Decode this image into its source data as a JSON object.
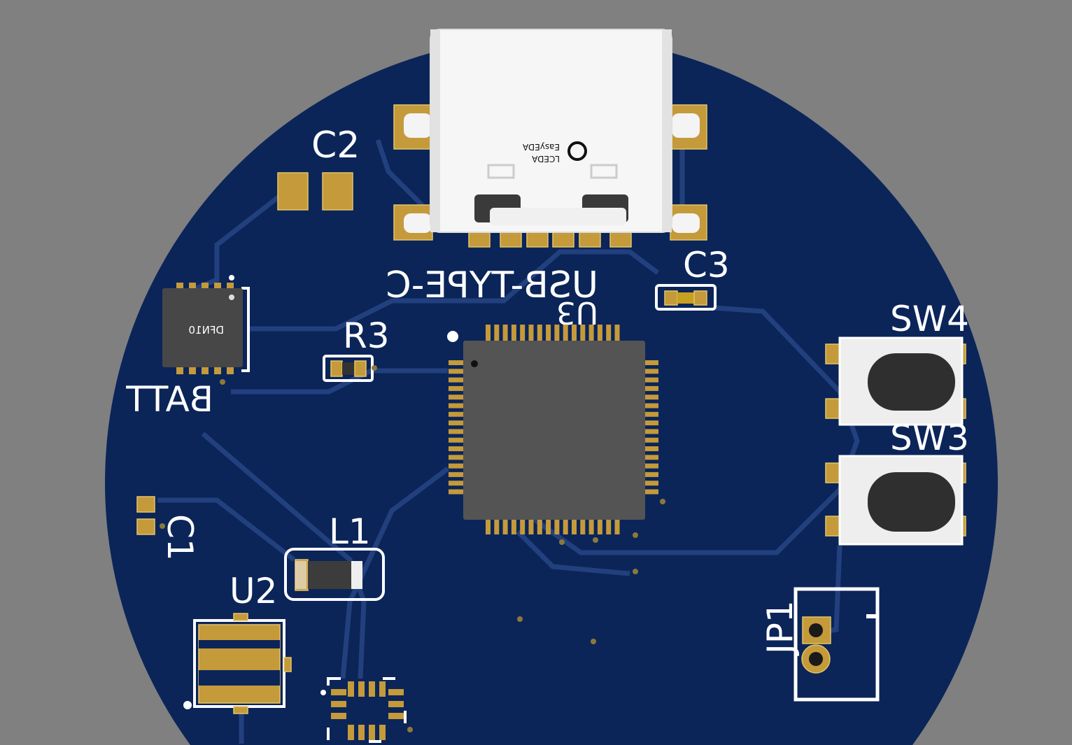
{
  "board": {
    "colors": {
      "background": "#808080",
      "soldermask": "#0b2559",
      "pad": "#c49a3a",
      "silkscreen": "#ffffff"
    },
    "usb_logo": {
      "line1": "LCEDA",
      "line2": "EasyEDA"
    },
    "labels": {
      "c2": "C2",
      "c3": "C3",
      "r3": "R3",
      "u3": "U3",
      "usb": "USB-TYPE-C",
      "dfn": "DFN10",
      "batt": "BATT",
      "l1": "L1",
      "u2": "U2",
      "c1": "C1",
      "sw4": "SW4",
      "sw3": "SW3",
      "jp1": "JP1"
    }
  }
}
